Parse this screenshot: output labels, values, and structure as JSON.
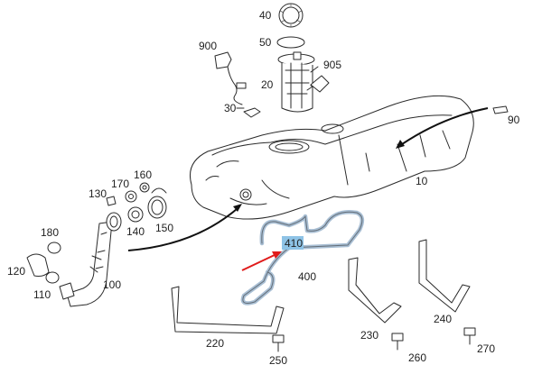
{
  "colors": {
    "highlight_tube": "#a9bfd4",
    "highlight_label_bg": "#8ec3e6",
    "arrow": "#e01b1b",
    "line": "#2a2a2a"
  },
  "parts": {
    "p10": "10",
    "p20": "20",
    "p30": "30",
    "p40": "40",
    "p50": "50",
    "p90": "90",
    "p100": "100",
    "p110": "110",
    "p120": "120",
    "p130": "130",
    "p140": "140",
    "p150": "150",
    "p160": "160",
    "p170": "170",
    "p180": "180",
    "p220": "220",
    "p230": "230",
    "p240": "240",
    "p250": "250",
    "p260": "260",
    "p270": "270",
    "p400": "400",
    "p410": "410",
    "p900": "900",
    "p905": "905"
  }
}
